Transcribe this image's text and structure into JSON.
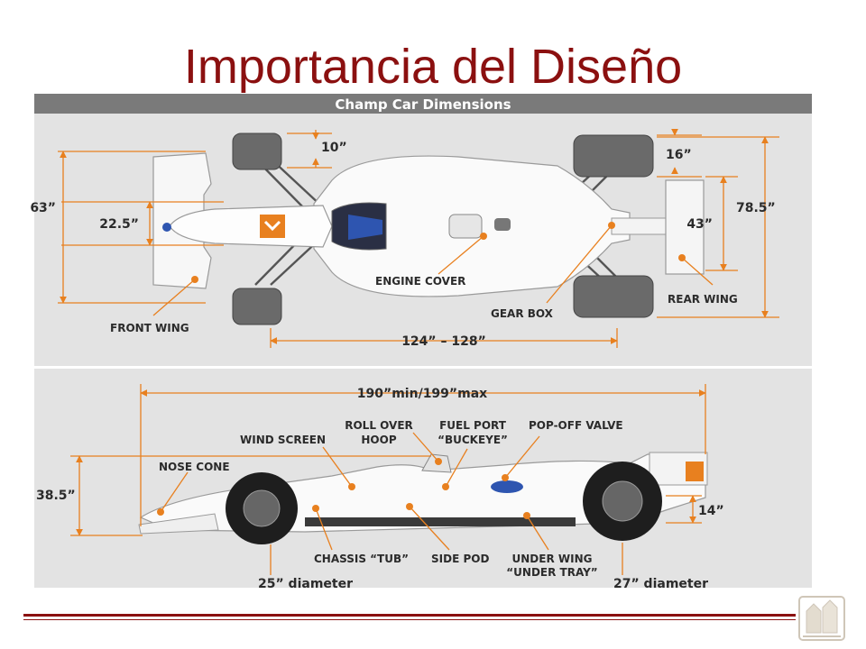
{
  "slide": {
    "title": "Importancia del Diseño",
    "accent_color": "#8b1010"
  },
  "figure": {
    "header": "Champ Car Dimensions",
    "orange": "#e8801f",
    "top_view": {
      "dims": {
        "tire_top_front": "10”",
        "tire_top_rear": "16”",
        "width_front": "63”",
        "nose_width": "22.5”",
        "rear_wing_width": "43”",
        "width_rear": "78.5”",
        "wheelbase": "124” – 128”"
      },
      "labels": {
        "front_wing": "FRONT WING",
        "engine_cover": "ENGINE COVER",
        "gear_box": "GEAR BOX",
        "rear_wing": "REAR WING"
      }
    },
    "side_view": {
      "dims": {
        "length": "190”min/199”max",
        "height": "38.5”",
        "under_height": "14”",
        "front_diameter": "25” diameter",
        "rear_diameter": "27” diameter"
      },
      "labels": {
        "wind_screen": "WIND SCREEN",
        "roll_over_1": "ROLL OVER",
        "roll_over_2": "HOOP",
        "fuel_port_1": "FUEL PORT",
        "fuel_port_2": "“BUCKEYE”",
        "pop_off_valve": "POP-OFF VALVE",
        "nose_cone": "NOSE CONE",
        "chassis_tub": "CHASSIS “TUB”",
        "side_pod": "SIDE POD",
        "under_wing_1": "UNDER WING",
        "under_wing_2": "“UNDER TRAY”"
      }
    }
  }
}
